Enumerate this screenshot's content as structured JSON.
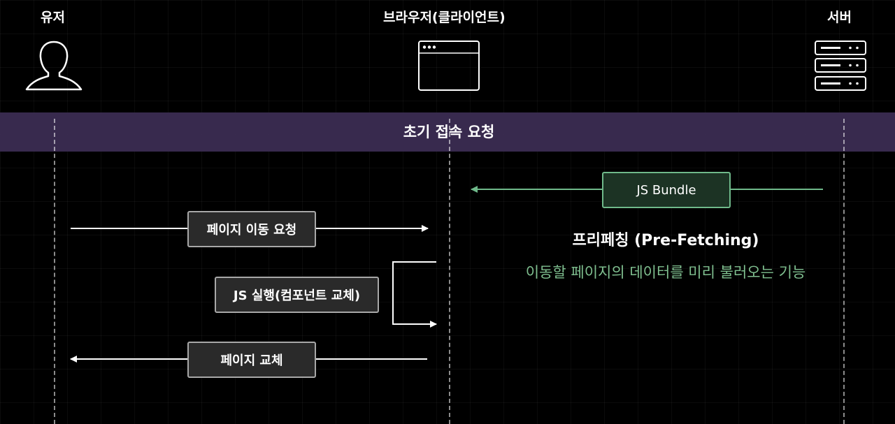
{
  "actors": {
    "user": {
      "label": "유저",
      "icon": "user-icon"
    },
    "browser": {
      "label": "브라우저(클라이언트)",
      "icon": "browser-window-icon"
    },
    "server": {
      "label": "서버",
      "icon": "server-icon"
    }
  },
  "band": {
    "label": "초기 접속 요청",
    "color": "#3b2c52"
  },
  "messages": {
    "bundle": "JS Bundle",
    "nav_request": "페이지 이동 요청",
    "js_exec": "JS 실행(컴포넌트 교체)",
    "page_swap": "페이지 교체"
  },
  "prefetch": {
    "title": "프리페칭 (Pre-Fetching)",
    "description": "이동할 페이지의 데이터를 미리 불러오는 기능",
    "accent": "#7fbf8f"
  }
}
